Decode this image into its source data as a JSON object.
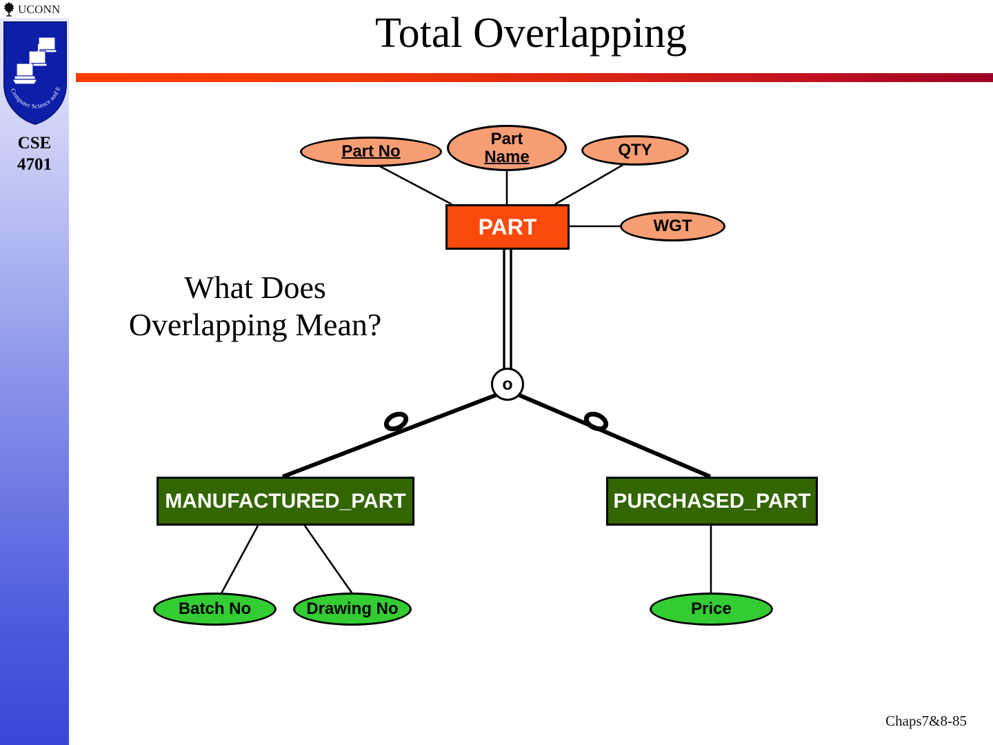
{
  "sidebar": {
    "university_wordmark": "UCONN",
    "university_mark_icon": "uconn-oak-tree-icon",
    "department_shield_icon": "cse-shield-icon",
    "shield_curved_text": "Computer Science and Engineering",
    "course_code": "CSE",
    "course_number": "4701"
  },
  "header": {
    "title": "Total Overlapping"
  },
  "annotation": {
    "line1": "What Does",
    "line2": "Overlapping Mean?"
  },
  "footer": {
    "note": "Chaps7&8-85"
  },
  "diagram": {
    "superclass": {
      "name": "PART",
      "color": "#f9490b",
      "attributes": [
        {
          "label": "Part No",
          "key": true,
          "color": "#f79d74"
        },
        {
          "label_line1": "Part",
          "label_line2": "Name",
          "key": false,
          "color": "#f79d74"
        },
        {
          "label": "QTY",
          "key": false,
          "color": "#f79d74"
        },
        {
          "label": "WGT",
          "key": false,
          "color": "#f79d74"
        }
      ]
    },
    "specialization": {
      "symbol": "o",
      "meaning": "overlapping",
      "participation": "total",
      "subset_symbol_icon": "subset-symbol-icon"
    },
    "subclasses": [
      {
        "name": "MANUFACTURED_PART",
        "color": "#336600",
        "attributes": [
          {
            "label": "Batch No",
            "color": "#33cc33"
          },
          {
            "label": "Drawing No",
            "color": "#33cc33"
          }
        ]
      },
      {
        "name": "PURCHASED_PART",
        "color": "#336600",
        "attributes": [
          {
            "label": "Price",
            "color": "#33cc33"
          }
        ]
      }
    ]
  }
}
